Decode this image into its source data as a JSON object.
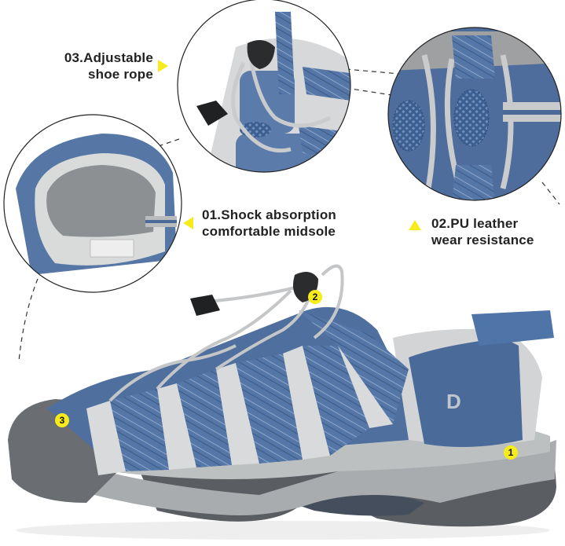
{
  "image": {
    "subject": "Closed-toe sport sandal, blue and grey",
    "colors": {
      "upper_blue": "#4a6a9a",
      "webbing_blue": "#5577a8",
      "lining_grey": "#cfd2d3",
      "midsole_grey": "#a9acae",
      "outsole_dark": "#5a5d61",
      "accent_yellow": "#f6ec1c",
      "text": "#222222"
    }
  },
  "callouts": [
    {
      "id": "03",
      "line1": "03.Adjustable",
      "line2": "shoe rope",
      "inset": "lace-toggle-closeup"
    },
    {
      "id": "01",
      "line1": "01.Shock absorption",
      "line2": "comfortable midsole",
      "inset": "footbed-closeup"
    },
    {
      "id": "02",
      "line1": "02.PU leather",
      "line2": "wear resistance",
      "inset": "upper-closeup"
    }
  ],
  "markers": [
    {
      "number": "1",
      "location": "heel midsole"
    },
    {
      "number": "2",
      "location": "lace toggle"
    },
    {
      "number": "3",
      "location": "toe upper"
    }
  ],
  "logo": {
    "glyph": "D"
  }
}
